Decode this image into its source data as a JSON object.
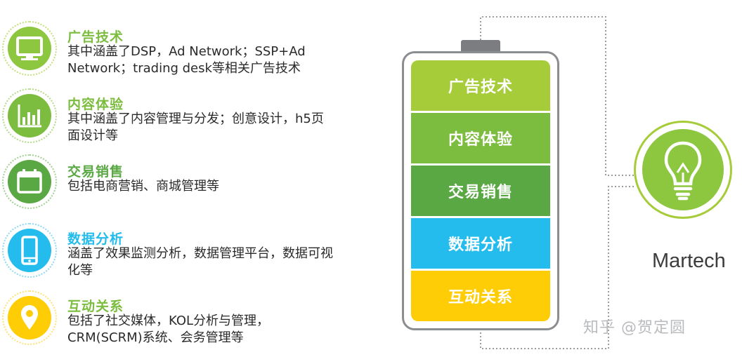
{
  "items": [
    {
      "title": "广告技术",
      "desc_line1": "其中涵盖了DSP，Ad Network；SSP+Ad",
      "desc_line2": "Network；trading desk等相关广告技术",
      "icon": "monitor-icon",
      "color": "#8dc63f"
    },
    {
      "title": "内容体验",
      "desc_line1": "其中涵盖了内容管理与分发；创意设计，h5页",
      "desc_line2": "面设计等",
      "icon": "bar-chart-icon",
      "color": "#7cbd3f"
    },
    {
      "title": "交易销售",
      "desc_line1": "包括电商营销、商城管理等",
      "desc_line2": "",
      "icon": "calendar-icon",
      "color": "#5aa844"
    },
    {
      "title": "数据分析",
      "desc_line1": "涵盖了效果监测分析，数据管理平台，数据可视",
      "desc_line2": "化等",
      "icon": "smartphone-icon",
      "color": "#23bcec"
    },
    {
      "title": "互动关系",
      "desc_line1": "包括了社交媒体，KOL分析与管理，",
      "desc_line2": "CRM(SCRM)系统、会务管理等",
      "icon": "location-pin-icon",
      "color": "#ffcd05"
    }
  ],
  "battery": {
    "segments": [
      {
        "label": "广告技术",
        "color": "#a6cc3a"
      },
      {
        "label": "内容体验",
        "color": "#7cbd3f"
      },
      {
        "label": "交易销售",
        "color": "#5aa844"
      },
      {
        "label": "数据分析",
        "color": "#23bcec"
      },
      {
        "label": "互动关系",
        "color": "#ffcd05"
      }
    ]
  },
  "martech": {
    "label": "Martech",
    "icon": "lightbulb-icon",
    "color": "#8dc63f"
  },
  "watermark": "知乎 @贺定圆"
}
